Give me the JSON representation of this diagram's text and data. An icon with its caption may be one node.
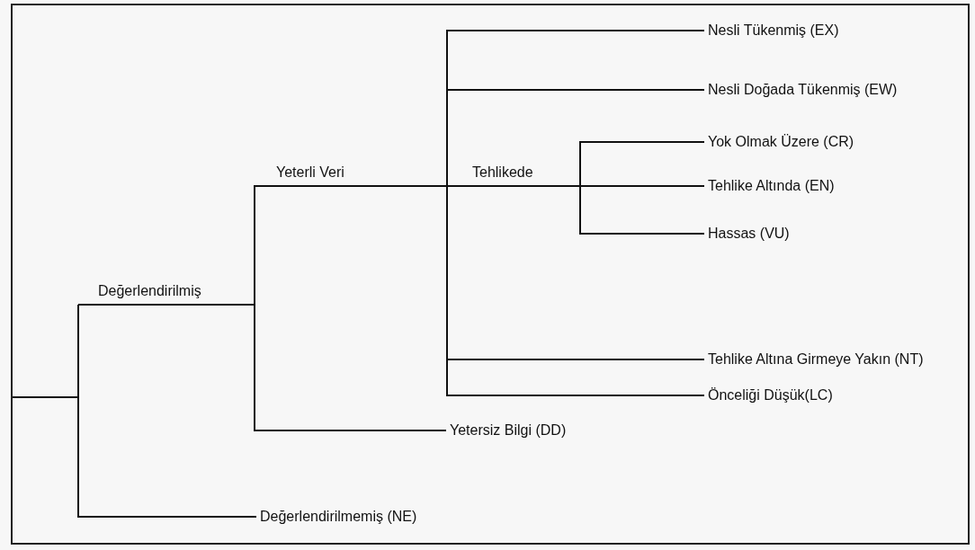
{
  "diagram": {
    "nodes": [
      {
        "text": [
          "Değerlendirilmiş"
        ]
      },
      {
        "text": [
          "Yeterli Veri"
        ]
      },
      {
        "text": [
          "Tehlikede"
        ]
      },
      {
        "text": [
          "Nesli Tükenmiş (EX)"
        ]
      },
      {
        "text": [
          "Nesli Doğada Tükenmiş (EW)"
        ]
      },
      {
        "text": [
          "Yok Olmak Üzere (CR)"
        ]
      },
      {
        "text": [
          "Tehlike Altında (EN)"
        ]
      },
      {
        "text": [
          "Hassas (VU)"
        ]
      },
      {
        "text": [
          "Tehlike Altına Girmeye Yakın (NT)"
        ]
      },
      {
        "text": [
          "Önceliği Düşük(LC)"
        ]
      },
      {
        "text": [
          "Yetersiz Bilgi (DD)"
        ]
      },
      {
        "text": [
          "Değerlendirilmemiş (NE)"
        ]
      }
    ],
    "edges": [
      {
        "from": null,
        "to": 0,
        "arrow": "none"
      },
      {
        "from": null,
        "to": 11,
        "arrow": "none"
      },
      {
        "from": 0,
        "to": 1,
        "arrow": "none"
      },
      {
        "from": 0,
        "to": 10,
        "arrow": "none"
      },
      {
        "from": 1,
        "to": 3,
        "arrow": "none"
      },
      {
        "from": 1,
        "to": 4,
        "arrow": "none"
      },
      {
        "from": 1,
        "to": 2,
        "arrow": "none"
      },
      {
        "from": 1,
        "to": 8,
        "arrow": "none"
      },
      {
        "from": 1,
        "to": 9,
        "arrow": "none"
      },
      {
        "from": 2,
        "to": 5,
        "arrow": "none"
      },
      {
        "from": 2,
        "to": 6,
        "arrow": "none"
      },
      {
        "from": 2,
        "to": 7,
        "arrow": "none"
      }
    ]
  }
}
